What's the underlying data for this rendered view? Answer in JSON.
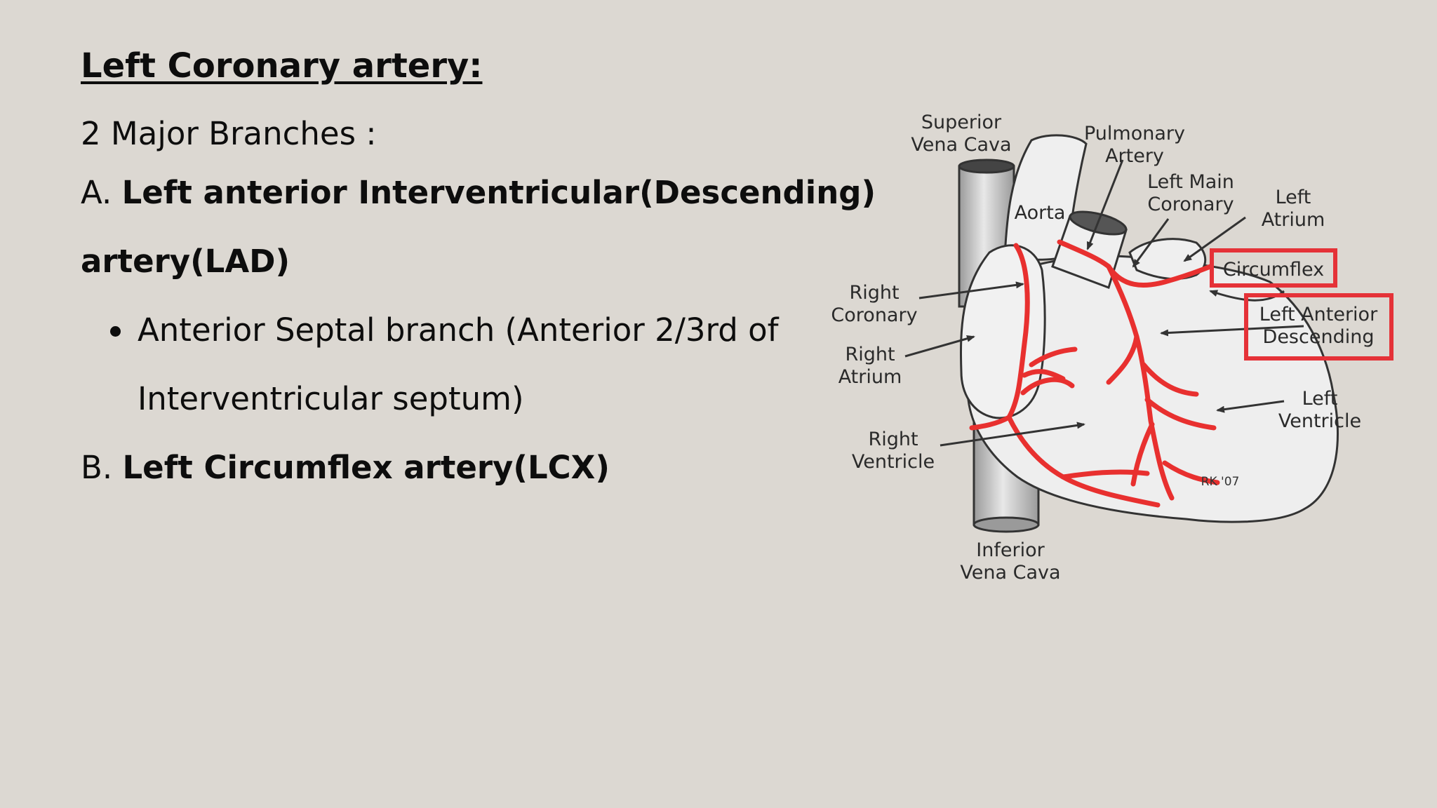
{
  "slide": {
    "title": "Left Coronary artery:",
    "subtitle": "2 Major Branches :",
    "branch_a": {
      "marker": "A.",
      "name_line1": "Left anterior Interventricular(Descending)",
      "name_line2": "artery(LAD)"
    },
    "sub_bullets": [
      {
        "line1": "Anterior Septal branch (Anterior 2/3rd of",
        "line2": "Interventricular septum)"
      }
    ],
    "branch_b": {
      "marker": "B.",
      "name": "Left Circumflex artery(LCX)"
    }
  },
  "diagram": {
    "labels": {
      "superior_vena_cava": [
        "Superior",
        "Vena Cava"
      ],
      "pulmonary_artery": [
        "Pulmonary",
        "Artery"
      ],
      "aorta": "Aorta",
      "left_main_coronary": [
        "Left Main",
        "Coronary"
      ],
      "left_atrium": [
        "Left",
        "Atrium"
      ],
      "circumflex": "Circumflex",
      "left_anterior_descending": [
        "Left Anterior",
        "Descending"
      ],
      "right_coronary": [
        "Right",
        "Coronary"
      ],
      "right_atrium": [
        "Right",
        "Atrium"
      ],
      "left_ventricle": [
        "Left",
        "Ventricle"
      ],
      "right_ventricle": [
        "Right",
        "Ventricle"
      ],
      "inferior_vena_cava": [
        "Inferior",
        "Vena Cava"
      ],
      "signature": "RK '07"
    },
    "colors": {
      "artery": "#e8302f",
      "highlight_box": "#e53238",
      "outline": "#333333",
      "fill": "#efefef"
    }
  }
}
